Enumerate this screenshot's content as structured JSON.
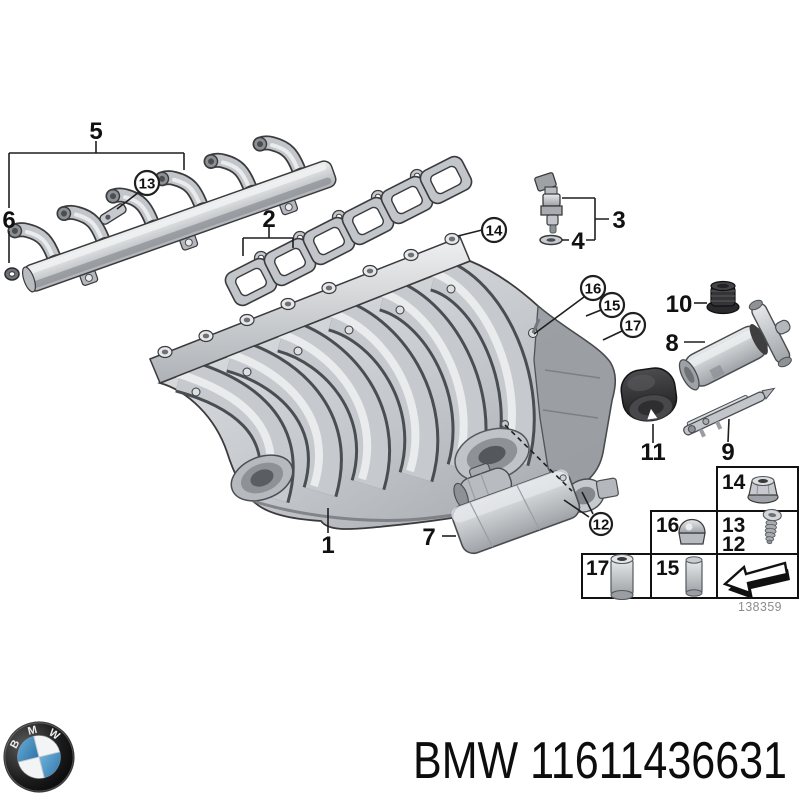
{
  "diagram": {
    "number": "138359",
    "callouts": {
      "c1": "1",
      "c2": "2",
      "c3": "3",
      "c4": "4",
      "c5": "5",
      "c6": "6",
      "c7": "7",
      "c8": "8",
      "c9": "9",
      "c10": "10",
      "c11": "11",
      "c12": "12",
      "c13": "13",
      "c14": "14",
      "c15": "15",
      "c16": "16",
      "c17": "17"
    },
    "legend": {
      "c12": "12",
      "c13": "13",
      "c14": "14",
      "c15": "15",
      "c16": "16",
      "c17": "17"
    }
  },
  "footer": {
    "part_text": "BMW 11611436631",
    "logo_letters": {
      "b": "B",
      "m": "M",
      "w": "W"
    }
  }
}
